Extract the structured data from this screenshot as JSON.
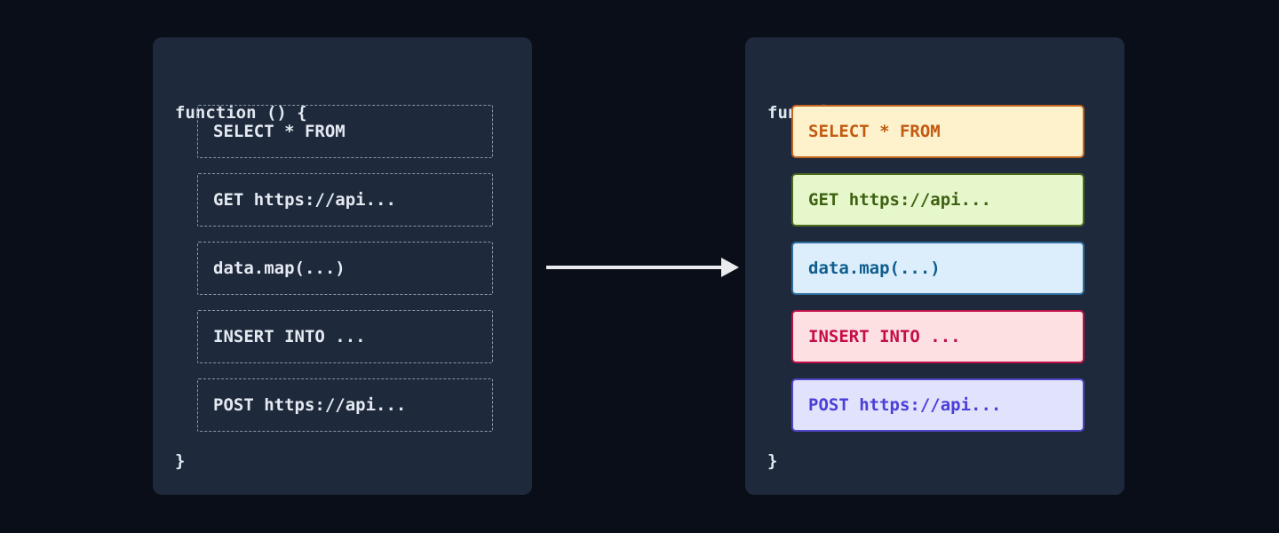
{
  "page": {
    "background_color": "#0a0e19",
    "panel_background_color": "#1e293b",
    "arrow_color": "#e9ebef"
  },
  "left_panel": {
    "open_line": "function () {",
    "close_line": "}",
    "text_color": "#e2e8f0",
    "block_border_color": "#8b96a8",
    "block_text_color": "#e5eaf2",
    "blocks": [
      {
        "label": "SELECT * FROM"
      },
      {
        "label": "GET https://api..."
      },
      {
        "label": "data.map(...)"
      },
      {
        "label": "INSERT INTO ..."
      },
      {
        "label": "POST https://api..."
      }
    ]
  },
  "right_panel": {
    "open_line": "function () {",
    "close_line": "}",
    "text_color": "#e2e8f0",
    "blocks": [
      {
        "label": "SELECT * FROM",
        "bg": "#fdf2cc",
        "border": "#c2651f",
        "text": "#c25a11"
      },
      {
        "label": "GET https://api...",
        "bg": "#e6f7cb",
        "border": "#4d6b1f",
        "text": "#3f6212"
      },
      {
        "label": "data.map(...)",
        "bg": "#dcedfb",
        "border": "#2e6f9e",
        "text": "#0f5e8e"
      },
      {
        "label": "INSERT INTO ...",
        "bg": "#fde0e2",
        "border": "#c01048",
        "text": "#c50e48"
      },
      {
        "label": "POST https://api...",
        "bg": "#e1e2fb",
        "border": "#4f46c5",
        "text": "#4a3fd8"
      }
    ]
  }
}
